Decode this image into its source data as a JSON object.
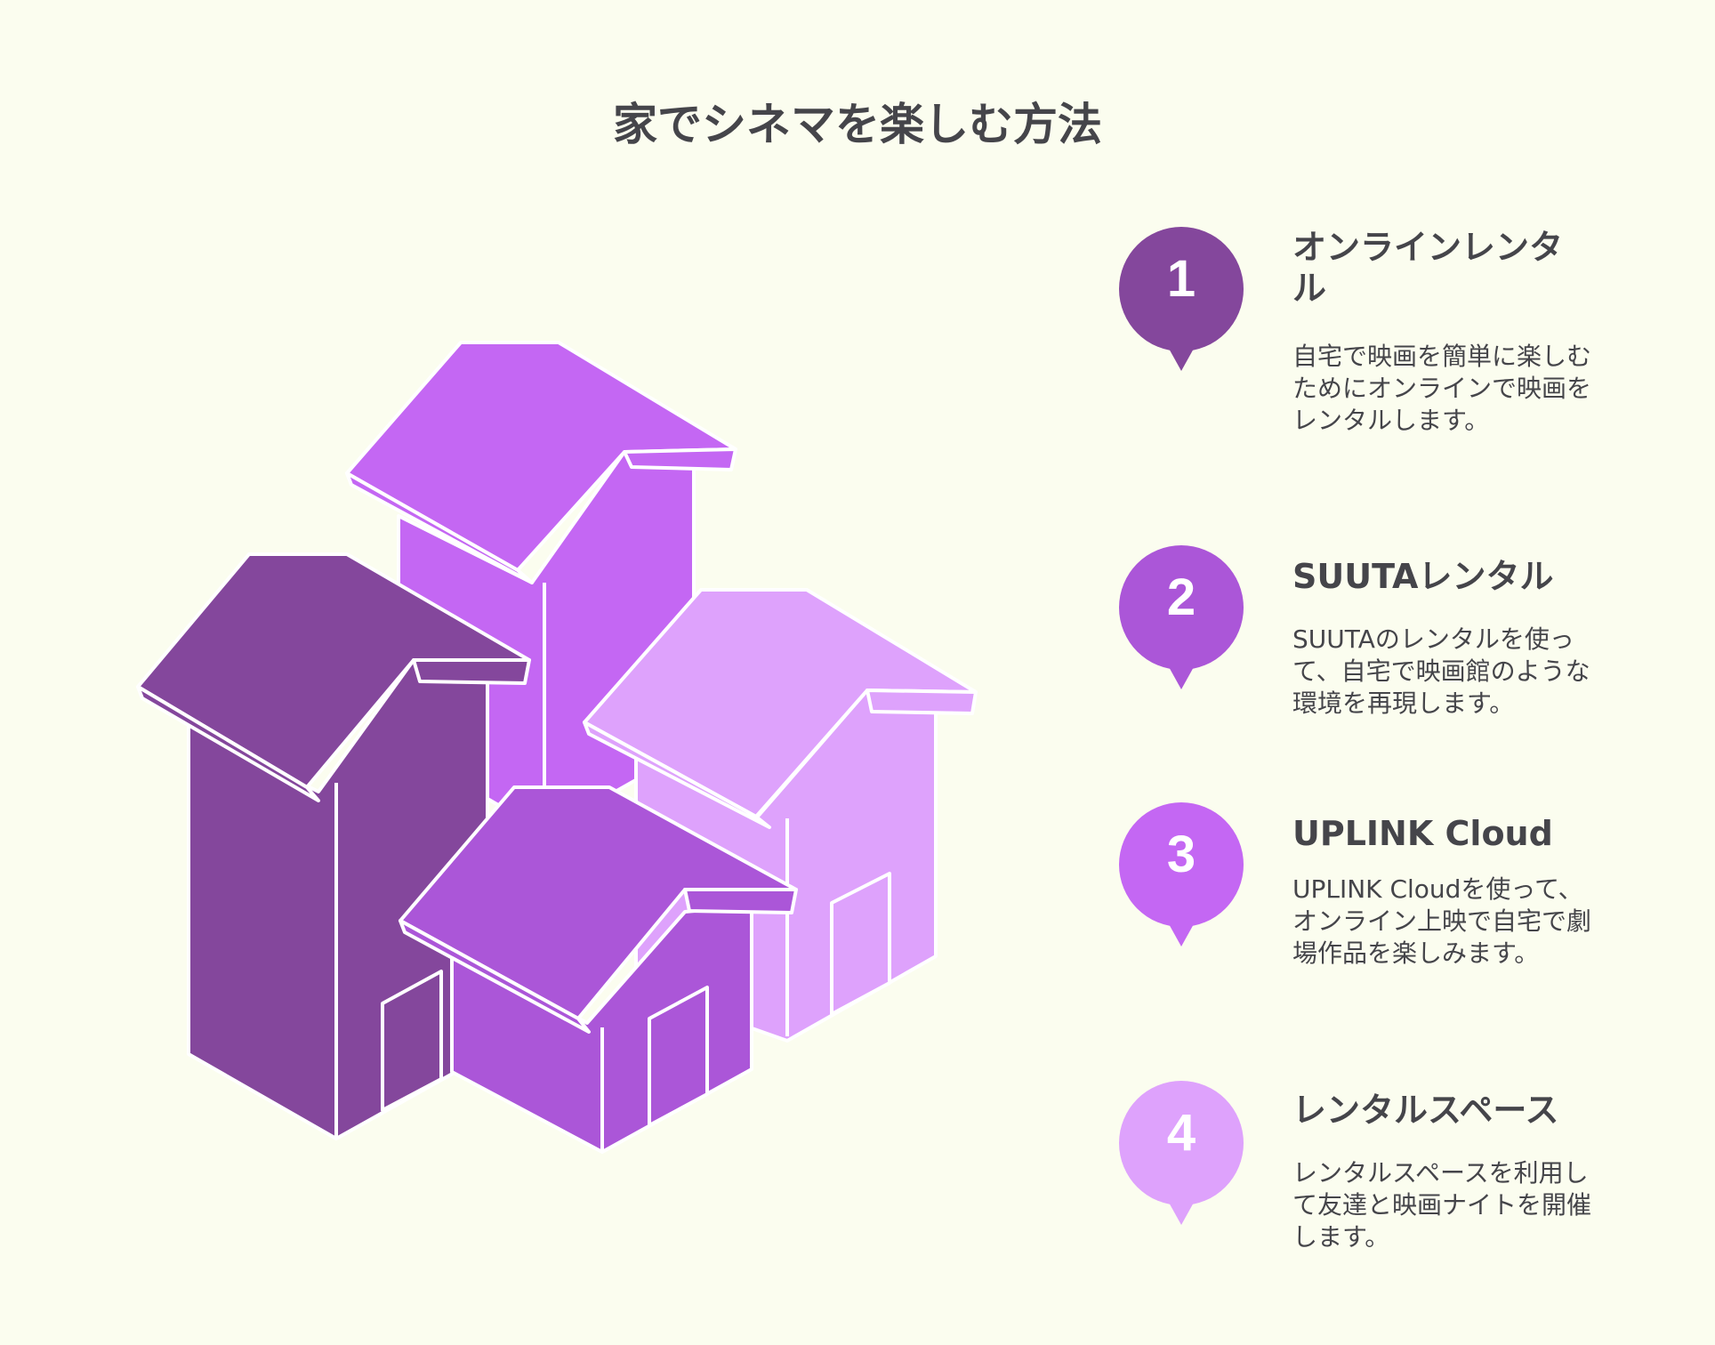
{
  "title": "家でシネマを楽しむ方法",
  "colors": {
    "background": "#fbfdef",
    "dark_purple": "#84479c",
    "medium_purple": "#ab56d8",
    "bright_purple": "#c467f3",
    "light_purple": "#dea2fc",
    "text": "#45454a"
  },
  "illustration": {
    "icon": "houses-icon"
  },
  "steps": [
    {
      "number": "1",
      "title": "オンラインレンタル",
      "description": "自宅で映画を簡単に楽しむためにオンラインで映画をレンタルします。",
      "color": "#84479c"
    },
    {
      "number": "2",
      "title": "SUUTAレンタル",
      "description": "SUUTAのレンタルを使って、自宅で映画館のような環境を再現します。",
      "color": "#ab56d8"
    },
    {
      "number": "3",
      "title": "UPLINK Cloud",
      "description": "UPLINK Cloudを使って、オンライン上映で自宅で劇場作品を楽しみます。",
      "color": "#c467f3"
    },
    {
      "number": "4",
      "title": "レンタルスペース",
      "description": "レンタルスペースを利用して友達と映画ナイトを開催します。",
      "color": "#dea2fc"
    }
  ]
}
